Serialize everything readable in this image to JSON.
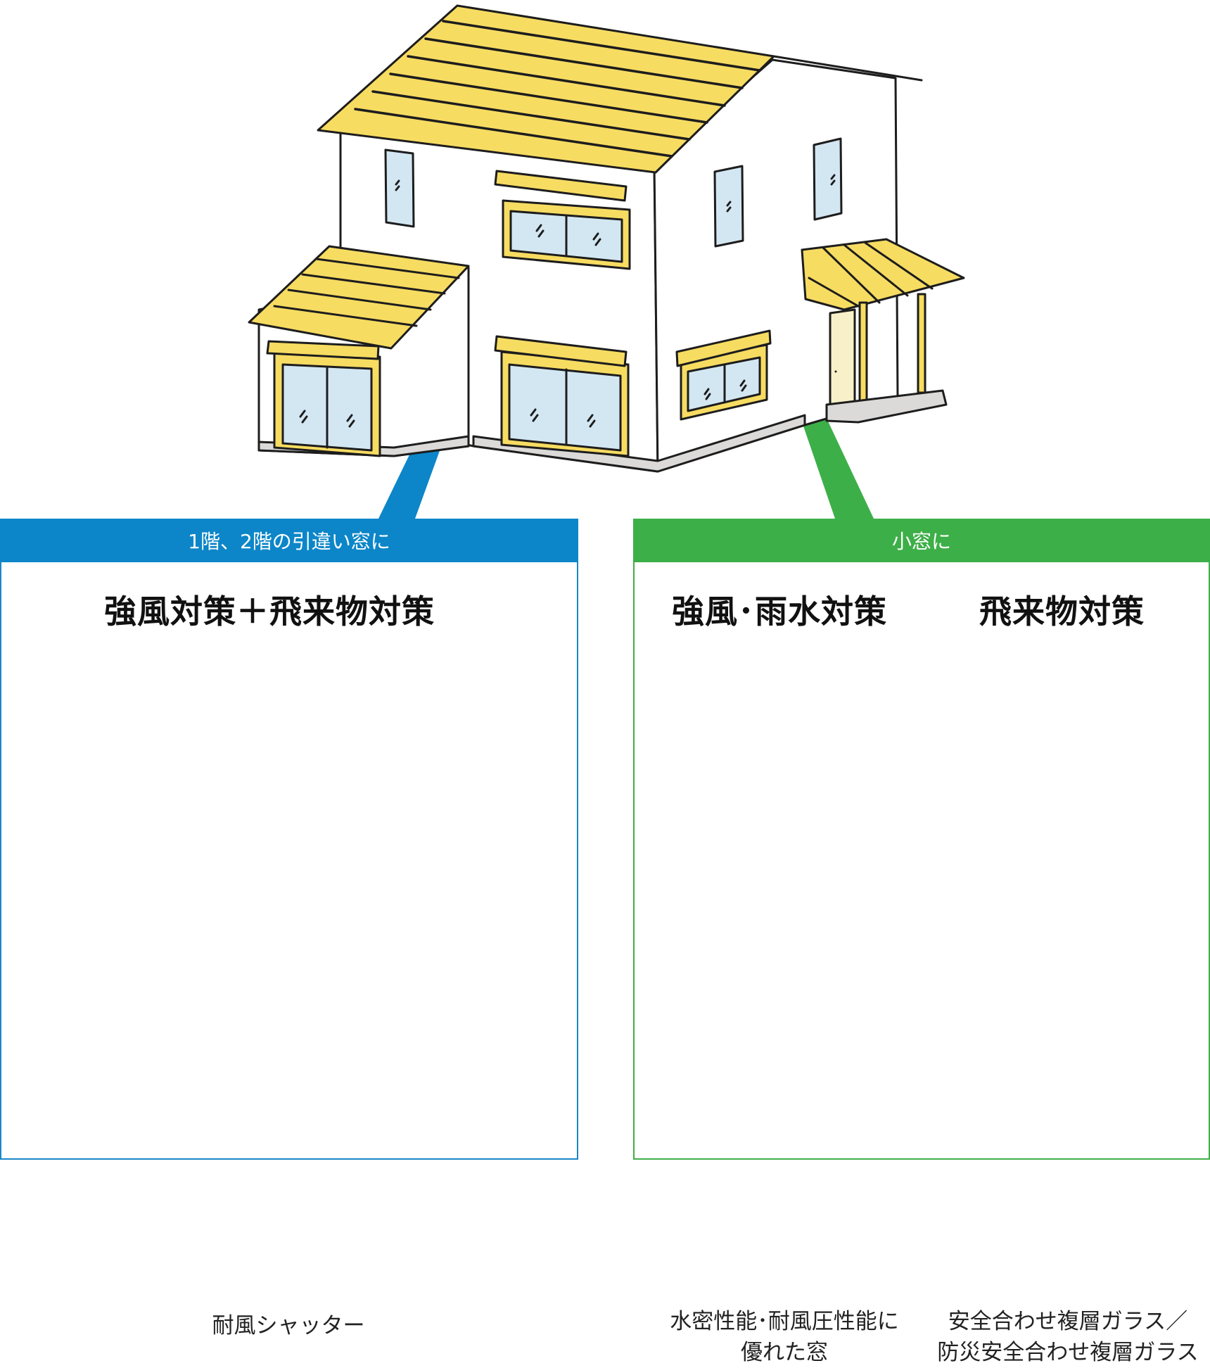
{
  "colors": {
    "roof_yellow": "#f7dc62",
    "wall_white": "#ffffff",
    "window_glass": "#d3e7f3",
    "foundation_gray": "#dcdad9",
    "accent_blue": "#0c86c8",
    "accent_green": "#3daf48"
  },
  "left_panel": {
    "header": "1階、2階の引違い窓に",
    "heading": "強風対策＋飛来物対策",
    "product_caption": "耐風シャッター",
    "product_icon": "shutter-icon"
  },
  "right_panel": {
    "header": "小窓に",
    "heading_left": "強風･雨水対策",
    "heading_right": "飛来物対策",
    "product1_caption_line1": "水密性能･耐風圧性能に",
    "product1_caption_line2": "優れた窓",
    "product1_icon": "window-icon",
    "plus_icon": "plus-icon",
    "product2_caption_line1": "安全合わせ複層ガラス／",
    "product2_caption_line2": "防災安全合わせ複層ガラス",
    "product2_icon": "laminated-glass-icon"
  }
}
